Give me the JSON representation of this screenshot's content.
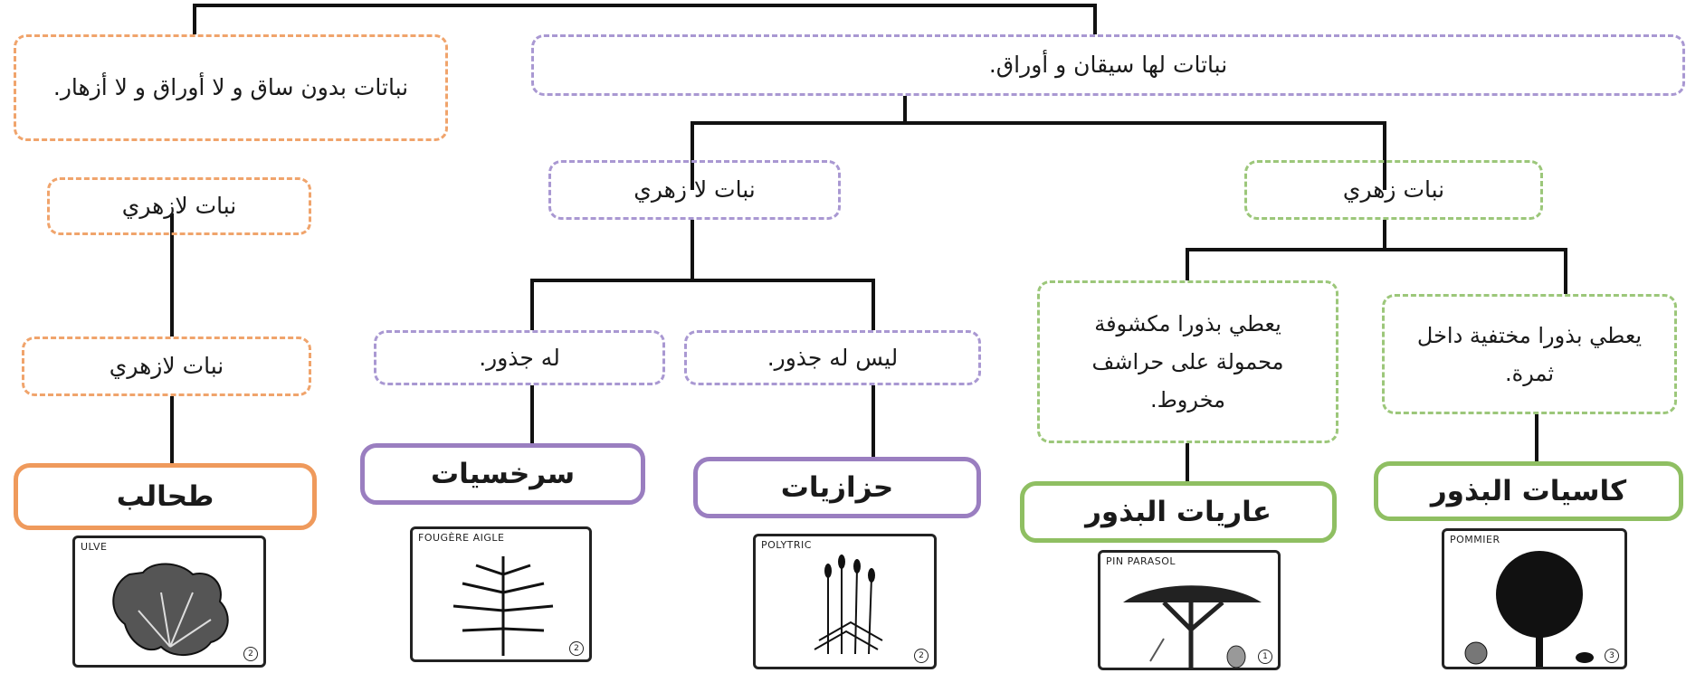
{
  "nodes": {
    "no_stem": "نباتات بدون ساق و لا أوراق و لا أزهار.",
    "with_stem": "نباتات لها سيقان و أوراق.",
    "non_flowering_left": "نبات لازهري",
    "non_flowering": "نبات لا زهري",
    "flowering": "نبات زهري",
    "non_flowering_left2": "نبات لازهري",
    "has_roots": "له جذور.",
    "no_roots": "ليس له جذور.",
    "exposed_seeds": "يعطي بذورا مكشوفة محمولة على حراشف مخروط.",
    "hidden_seeds": "يعطي بذورا مختفية داخل ثمرة."
  },
  "groups": {
    "algae": "طحالب",
    "ferns": "سرخسيات",
    "mosses": "حزازيات",
    "gymnosperms": "عاريات البذور",
    "angiosperms": "كاسيات البذور"
  },
  "cards": {
    "ulve": {
      "label": "ULVE",
      "num": "2"
    },
    "fougere": {
      "label": "FOUGÈRE AIGLE",
      "num": "2"
    },
    "polytric": {
      "label": "POLYTRIC",
      "num": "2"
    },
    "pin": {
      "label": "PIN PARASOL",
      "num": "1"
    },
    "pommier": {
      "label": "POMMIER",
      "num": "3"
    }
  },
  "colors": {
    "orange": "#f0a46c",
    "purple": "#a998d2",
    "green": "#9cc77a",
    "line": "#111111"
  }
}
